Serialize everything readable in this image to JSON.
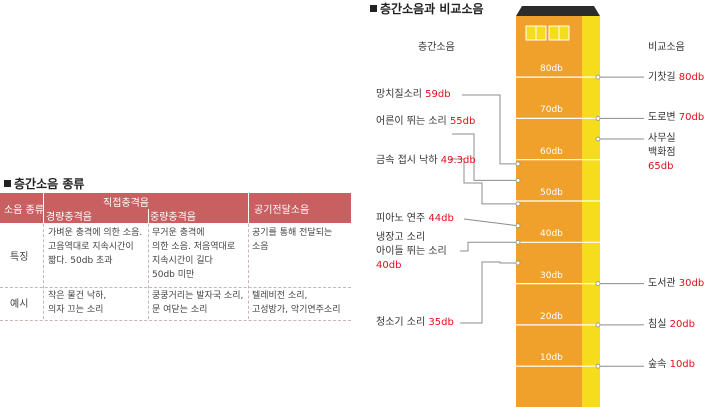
{
  "table_section": {
    "title": "층간소음 종류",
    "headers": {
      "col_type": "소음 종류",
      "group_direct": "직접충격음",
      "light": "경량충격음",
      "heavy": "중량충격음",
      "airborne": "공기전달소음"
    },
    "rows": [
      {
        "label": "특징",
        "light": [
          "가벼운 충격에 의한 소음.",
          "고음역대로 지속시간이",
          "짧다. 50db 초과"
        ],
        "heavy": [
          "무거운 충격에",
          "의한 소음. 저음역대로",
          "지속시간이 길다",
          "50db 미만"
        ],
        "airborne": [
          "공기를 통해 전달되는",
          "소음"
        ]
      },
      {
        "label": "예시",
        "light": [
          "작은 물건 낙하,",
          "의자 끄는 소리"
        ],
        "heavy": [
          "쿵쿵거리는 발자국 소리,",
          "문 여닫는 소리"
        ],
        "airborne": [
          "텔레비전 소리,",
          "고성방가, 악기연주소리"
        ]
      }
    ]
  },
  "chart_section": {
    "title": "층간소음과 비교소음",
    "left_header": "층간소음",
    "right_header": "비교소음",
    "colors": {
      "building": "#f0a12b",
      "side": "#f5dd1e",
      "roof": "#2c2c2c",
      "db": "#e0101a"
    },
    "chart_data": {
      "type": "scale",
      "scale_ticks": [
        "10db",
        "20db",
        "30db",
        "40db",
        "50db",
        "60db",
        "70db",
        "80db"
      ],
      "left_items": [
        {
          "lines": [
            "망치질소리"
          ],
          "db": "59db",
          "value": 59
        },
        {
          "lines": [
            "어른이 뛰는 소리"
          ],
          "db": "55db",
          "value": 55
        },
        {
          "lines": [
            "금속 접시 낙하"
          ],
          "db": "49.3db",
          "value": 49.3
        },
        {
          "lines": [
            "피아노 연주"
          ],
          "db": "44db",
          "value": 44
        },
        {
          "lines": [
            "냉장고 소리",
            "아이들 뛰는 소리"
          ],
          "db": "40db",
          "value": 40
        },
        {
          "lines": [
            "청소기 소리"
          ],
          "db": "35db",
          "value": 35
        }
      ],
      "right_items": [
        {
          "lines": [
            "기찻길"
          ],
          "db": "80db",
          "value": 80
        },
        {
          "lines": [
            "도로변"
          ],
          "db": "70db",
          "value": 70
        },
        {
          "lines": [
            "사무실",
            "백화점"
          ],
          "db": "65db",
          "value": 65
        },
        {
          "lines": [
            "도서관"
          ],
          "db": "30db",
          "value": 30
        },
        {
          "lines": [
            "침실"
          ],
          "db": "20db",
          "value": 20
        },
        {
          "lines": [
            "숲속"
          ],
          "db": "10db",
          "value": 10
        }
      ]
    }
  }
}
